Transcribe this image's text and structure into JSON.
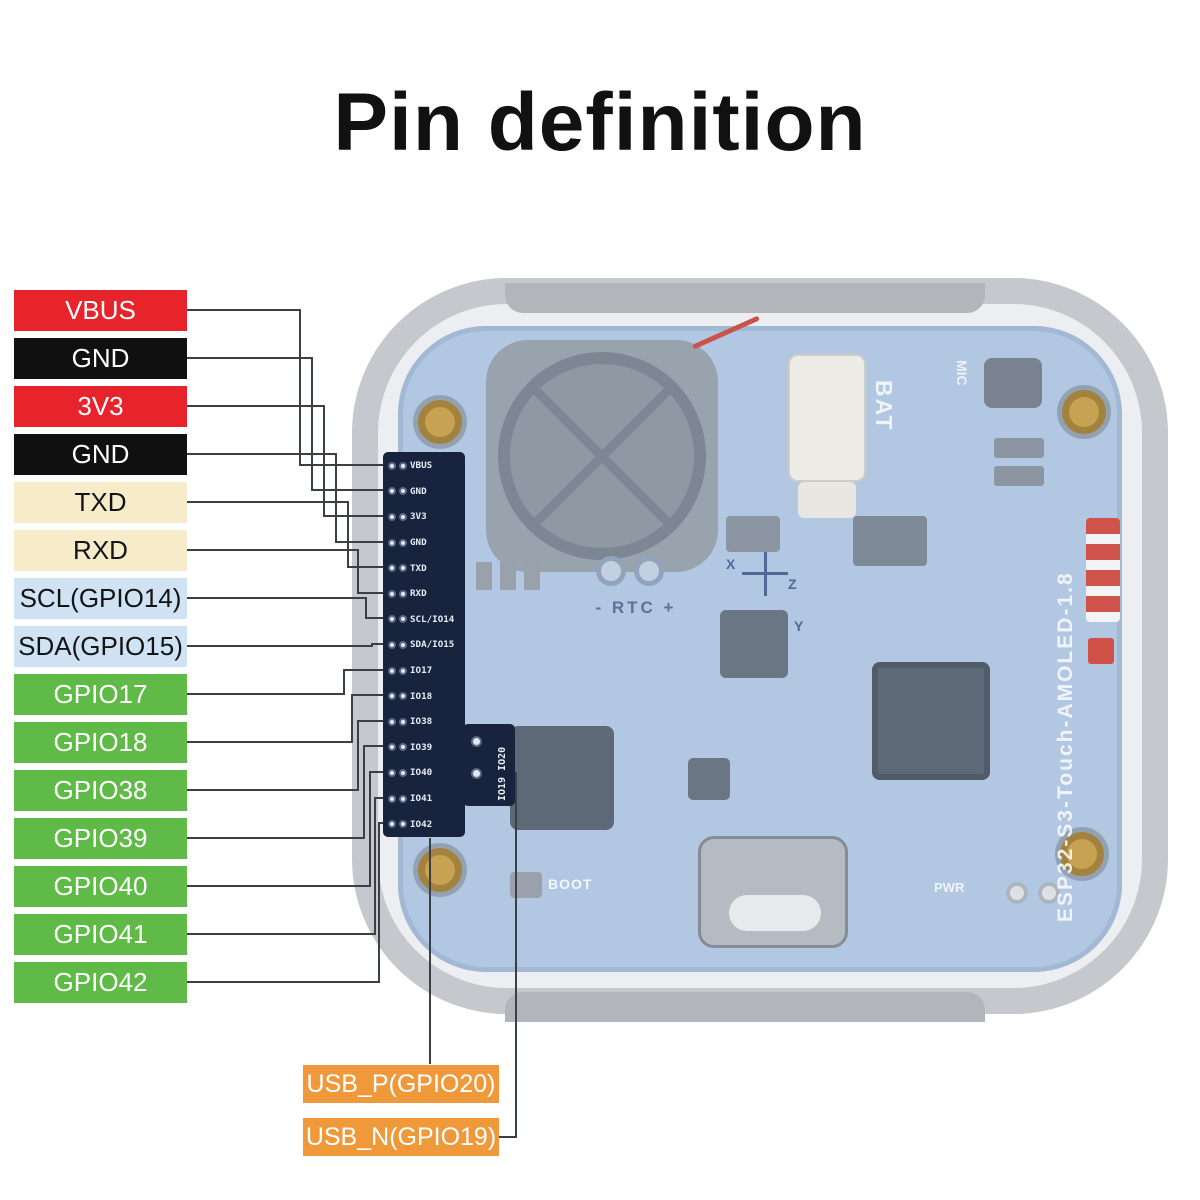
{
  "title": "Pin definition",
  "colors": {
    "red": "#e7232b",
    "black": "#101010",
    "cream": "#f6ecca",
    "lightblue": "#cfe3f5",
    "green": "#5fba47",
    "orange": "#f0993b"
  },
  "pin_labels": [
    {
      "label": "VBUS",
      "style": "red"
    },
    {
      "label": "GND",
      "style": "black"
    },
    {
      "label": "3V3",
      "style": "red"
    },
    {
      "label": "GND",
      "style": "black"
    },
    {
      "label": "TXD",
      "style": "cream"
    },
    {
      "label": "RXD",
      "style": "cream"
    },
    {
      "label": "SCL(GPIO14)",
      "style": "lightblue"
    },
    {
      "label": "SDA(GPIO15)",
      "style": "lightblue"
    },
    {
      "label": "GPIO17",
      "style": "green"
    },
    {
      "label": "GPIO18",
      "style": "green"
    },
    {
      "label": "GPIO38",
      "style": "green"
    },
    {
      "label": "GPIO39",
      "style": "green"
    },
    {
      "label": "GPIO40",
      "style": "green"
    },
    {
      "label": "GPIO41",
      "style": "green"
    },
    {
      "label": "GPIO42",
      "style": "green"
    }
  ],
  "usb_labels": [
    {
      "label": "USB_P(GPIO20)",
      "style": "orange"
    },
    {
      "label": "USB_N(GPIO19)",
      "style": "orange"
    }
  ],
  "header_pins": [
    "VBUS",
    "GND",
    "3V3",
    "GND",
    "TXD",
    "RXD",
    "SCL/IO14",
    "SDA/IO15",
    "IO17",
    "IO18",
    "IO38",
    "IO39",
    "IO40",
    "IO41",
    "IO42"
  ],
  "board": {
    "bat": "BAT",
    "mic": "MIC",
    "rtc": "- RTC +",
    "boot": "BOOT",
    "pwr": "PWR",
    "silkscreen": "ESP32-S3-Touch-AMOLED-1.8",
    "usb_pads": "IO19 IO20",
    "axis": {
      "x": "X",
      "y": "Y",
      "z": "Z"
    }
  }
}
